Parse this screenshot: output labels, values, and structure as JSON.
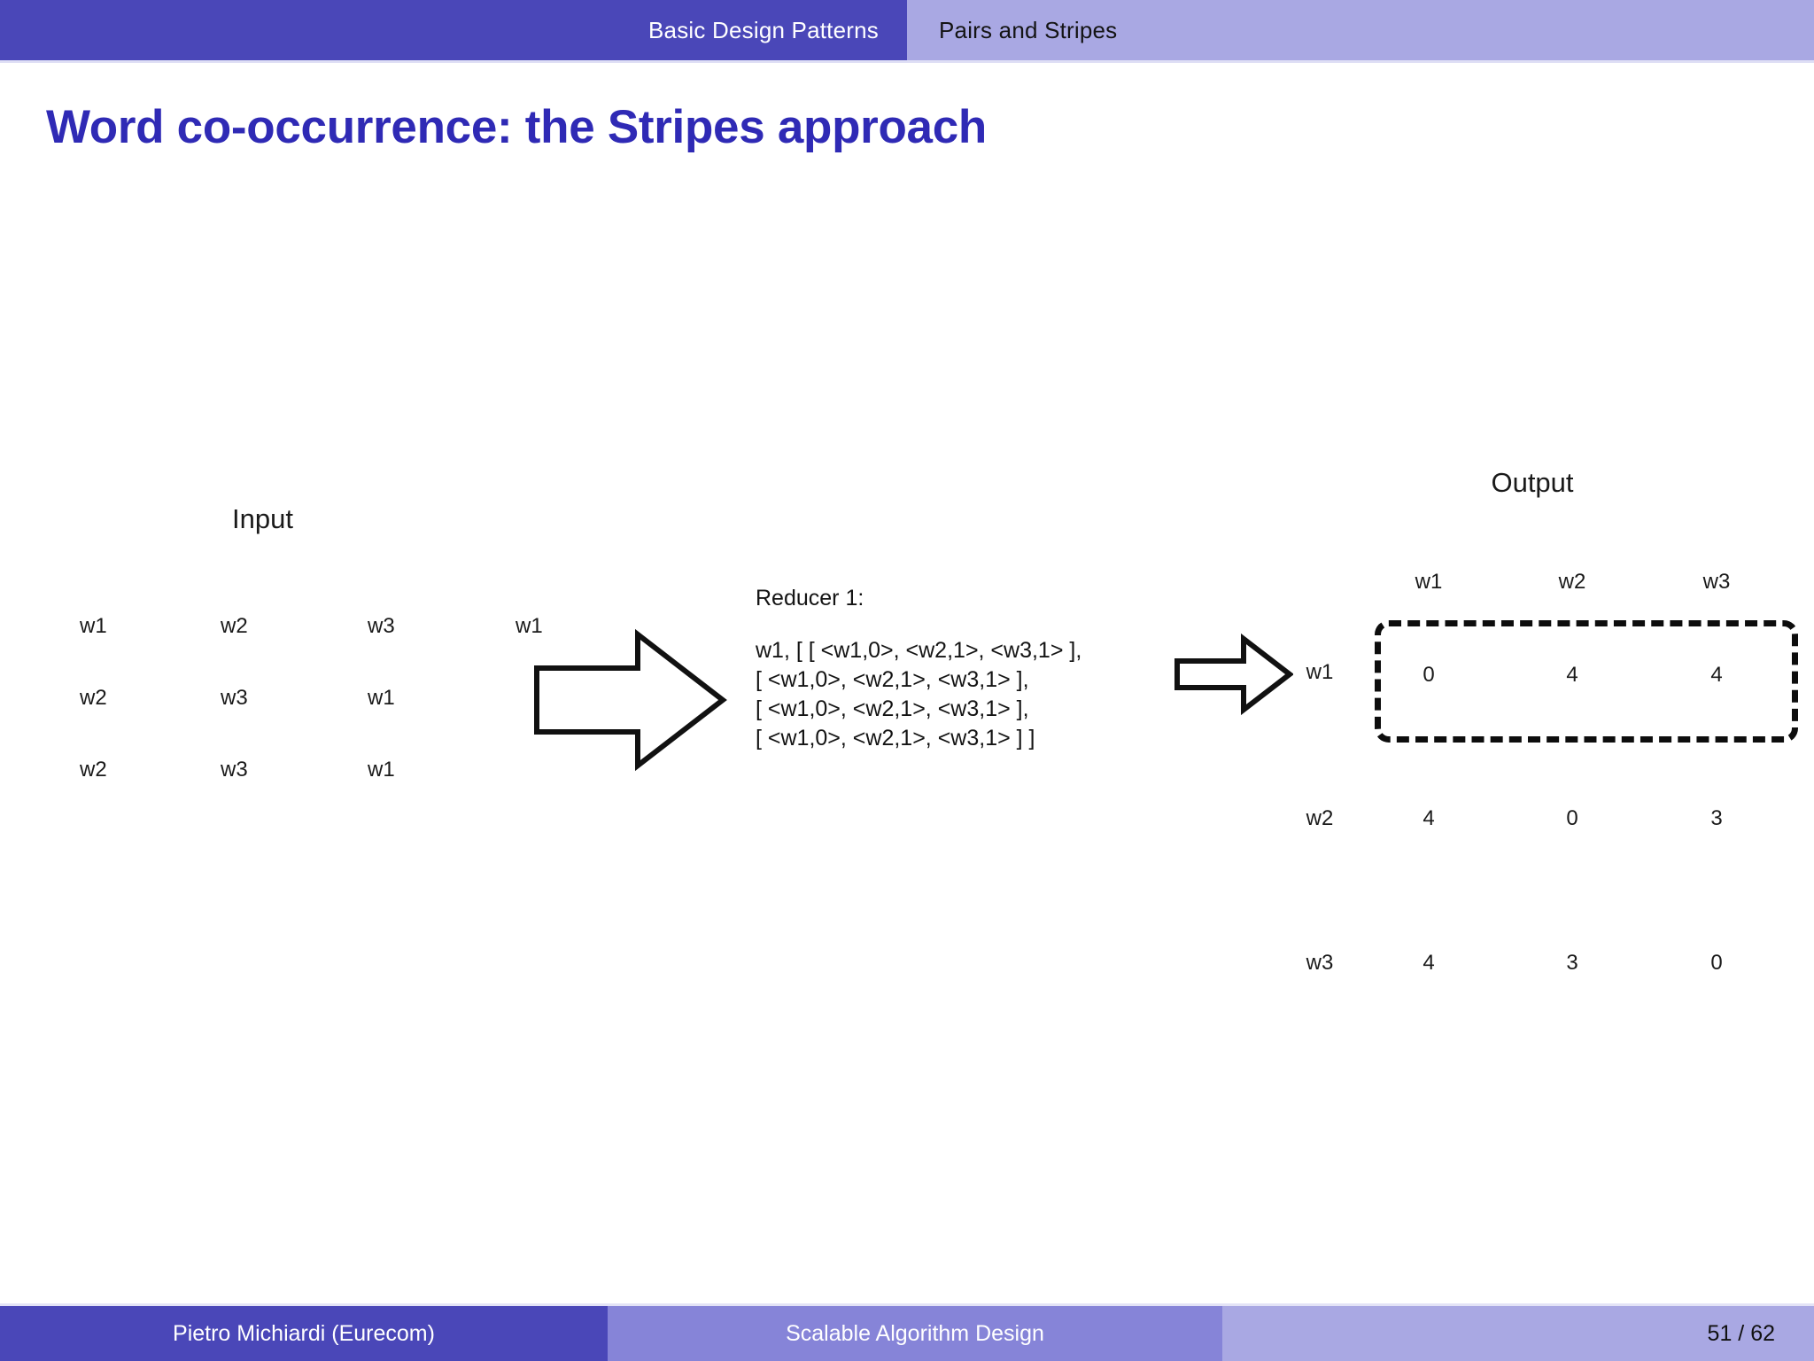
{
  "header": {
    "section_tab": "Basic Design Patterns",
    "subsection_tab": "Pairs and Stripes"
  },
  "title": "Word co-occurrence: the Stripes approach",
  "colors": {
    "nav_dark": "#4a47b8",
    "nav_light": "#a9a8e3",
    "footer_mid": "#8684d8",
    "title_blue": "#2f2ab5",
    "ink": "#1a1a1a"
  },
  "figure": {
    "input": {
      "label": "Input",
      "rows": [
        [
          "w1",
          "w2",
          "w3",
          "w1"
        ],
        [
          "w2",
          "w3",
          "w1"
        ],
        [
          "w2",
          "w3",
          "w1"
        ]
      ]
    },
    "arrow_1": "right-arrow-large",
    "reducer": {
      "heading": "Reducer 1:",
      "lines": [
        "w1, [ [ <w1,0>, <w2,1>, <w3,1> ],",
        "[ <w1,0>, <w2,1>, <w3,1> ],",
        "[ <w1,0>, <w2,1>, <w3,1> ],",
        "[ <w1,0>, <w2,1>, <w3,1> ] ]"
      ]
    },
    "arrow_2": "right-arrow-small",
    "output": {
      "label": "Output",
      "col_headers": [
        "w1",
        "w2",
        "w3"
      ],
      "row_headers": [
        "w1",
        "w2",
        "w3"
      ],
      "matrix": [
        [
          0,
          4,
          4
        ],
        [
          4,
          0,
          3
        ],
        [
          4,
          3,
          0
        ]
      ],
      "highlighted_row": "w1"
    }
  },
  "footer": {
    "author": "Pietro Michiardi  (Eurecom)",
    "course": "Scalable Algorithm Design",
    "page": "51 / 62"
  }
}
